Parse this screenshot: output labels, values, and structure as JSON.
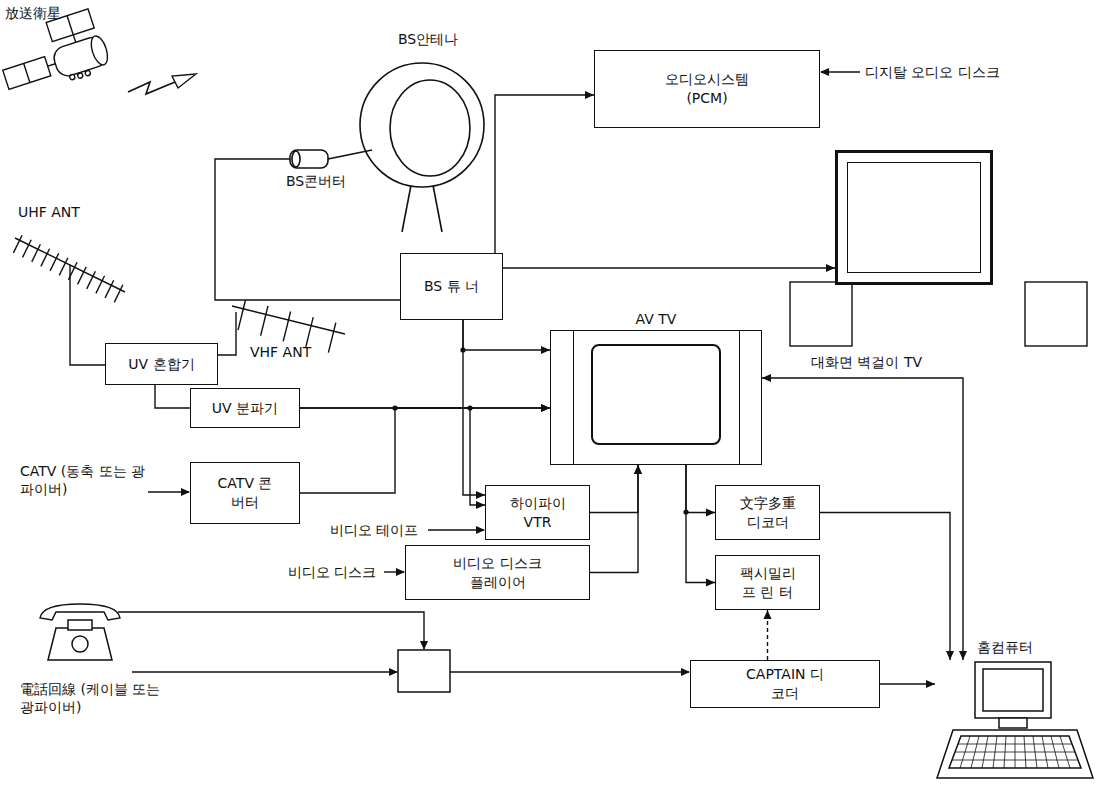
{
  "diagram": {
    "nodes": [
      {
        "text": [
          "오디오시스템 (PCM)"
        ]
      },
      {
        "text": [
          "BS 튜 너"
        ]
      },
      {
        "text": [
          "대화면 벽걸이 TV"
        ]
      },
      {
        "text": [
          "UV 혼합기"
        ]
      },
      {
        "text": [
          "UV 분파기"
        ]
      },
      {
        "text": [
          "AV TV"
        ]
      },
      {
        "text": [
          "CATV 콘버터"
        ]
      },
      {
        "text": [
          "하이파이 VTR"
        ]
      },
      {
        "text": [
          "文字多重 디코더"
        ]
      },
      {
        "text": [
          "비디오 디스크 플레이어"
        ]
      },
      {
        "text": [
          "팩시밀리 프 린 터"
        ]
      },
      {
        "text": [
          "CAPTAIN 디코더"
        ]
      },
      {
        "text": [
          "홈컴퓨터"
        ]
      }
    ],
    "edges": [
      {
        "from": 1,
        "to": 0,
        "arrow": "to"
      },
      {
        "from": 1,
        "to": 2,
        "arrow": "to"
      },
      {
        "from": 1,
        "to": 5,
        "arrow": "to"
      },
      {
        "from": 1,
        "to": 7,
        "arrow": "to"
      },
      {
        "from": 3,
        "to": 4,
        "arrow": "none"
      },
      {
        "from": 4,
        "to": 5,
        "arrow": "to"
      },
      {
        "from": 4,
        "to": 7,
        "arrow": "to"
      },
      {
        "from": 6,
        "to": 5,
        "arrow": "to"
      },
      {
        "from": 7,
        "to": 5,
        "arrow": "to"
      },
      {
        "from": 9,
        "to": 5,
        "arrow": "to"
      },
      {
        "from": 5,
        "to": 8,
        "arrow": "to"
      },
      {
        "from": 5,
        "to": 10,
        "arrow": "to"
      },
      {
        "from": 8,
        "to": 12,
        "arrow": "to"
      },
      {
        "from": 12,
        "to": 5,
        "arrow": "both"
      },
      {
        "from": 11,
        "to": 10,
        "arrow": "to"
      },
      {
        "from": 11,
        "to": 12,
        "arrow": "to"
      }
    ],
    "labels": [
      "放送衛星",
      "BS안테나",
      "BS콘버터",
      "UHF ANT",
      "VHF ANT",
      "디지탈 오디오 디스크",
      "CATV (동축 또는 광파이버)",
      "비디오 테이프",
      "비디오 디스크",
      "電話回線 (케이블 또는 광파이버)"
    ]
  }
}
